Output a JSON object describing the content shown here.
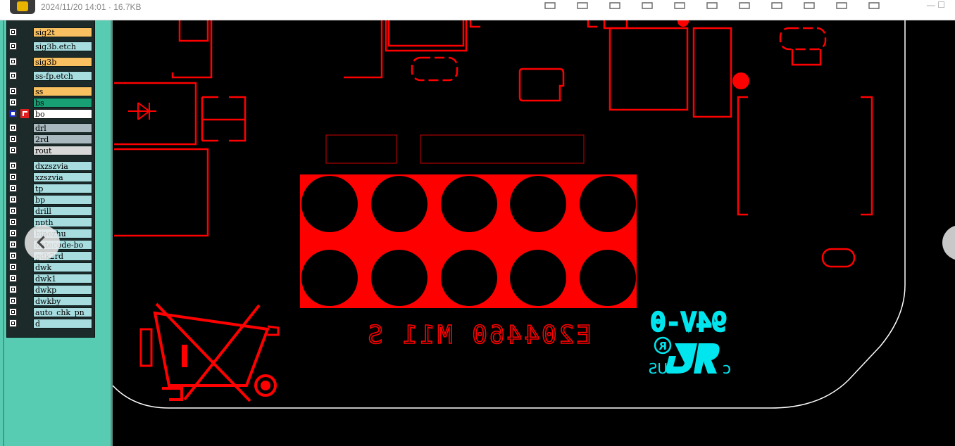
{
  "titlebar": {
    "meta": "2024/11/20 14:01 · 16.7KB",
    "tools": [
      "pen-icon",
      "zoom-in-icon",
      "zoom-out-icon",
      "search-icon",
      "crop-icon",
      "rotate-icon",
      "frame-icon",
      "edit-icon",
      "share-icon",
      "forward-icon",
      "download-icon"
    ]
  },
  "layers": [
    {
      "name": "sig2t",
      "color": "#f8c060"
    },
    {
      "name": "sig3b.etch",
      "color": "#a8dde0"
    },
    {
      "name": "sig3b",
      "color": "#f8c060"
    },
    {
      "name": "ss-fp.etch",
      "color": "#a8dde0"
    },
    {
      "name": "ss",
      "color": "#f8c060"
    },
    {
      "name": "bs",
      "color": "#18a074"
    },
    {
      "name": "bo",
      "color": "#ffffff"
    },
    {
      "name": "drl",
      "color": "#a8b8be"
    },
    {
      "name": "2rd",
      "color": "#a8b8be"
    },
    {
      "name": "rout",
      "color": "#d8d8d8"
    },
    {
      "name": "dxzszvia",
      "color": "#a8dde0"
    },
    {
      "name": "xzszvia",
      "color": "#a8dde0"
    },
    {
      "name": "tp",
      "color": "#a8dde0"
    },
    {
      "name": "bp",
      "color": "#a8dde0"
    },
    {
      "name": "drill",
      "color": "#a8dde0"
    },
    {
      "name": "npth",
      "color": "#a8dde0"
    },
    {
      "name": "biaozhu",
      "color": "#a8dde0"
    },
    {
      "name": "datecode-bo",
      "color": "#a8dde0"
    },
    {
      "name": "gdk2rd",
      "color": "#a8dde0"
    },
    {
      "name": "dwk",
      "color": "#a8dde0"
    },
    {
      "name": "dwk1",
      "color": "#a8dde0"
    },
    {
      "name": "dwkp",
      "color": "#a8dde0"
    },
    {
      "name": "dwkby",
      "color": "#a8dde0"
    },
    {
      "name": "auto_chk_pn",
      "color": "#a8dde0"
    },
    {
      "name": "d",
      "color": "#a8dde0"
    }
  ],
  "board": {
    "silk_text_red": "E204460  M11 S",
    "silk_text_cyan_top": "94V-0",
    "silk_text_cyan_bottom_left": "c",
    "silk_text_cyan_bottom_right": "US",
    "silk_text_logo": "R",
    "trace_color": "#ff0000",
    "cyan_color": "#00e5ee",
    "outline_color": "#ffffff"
  }
}
